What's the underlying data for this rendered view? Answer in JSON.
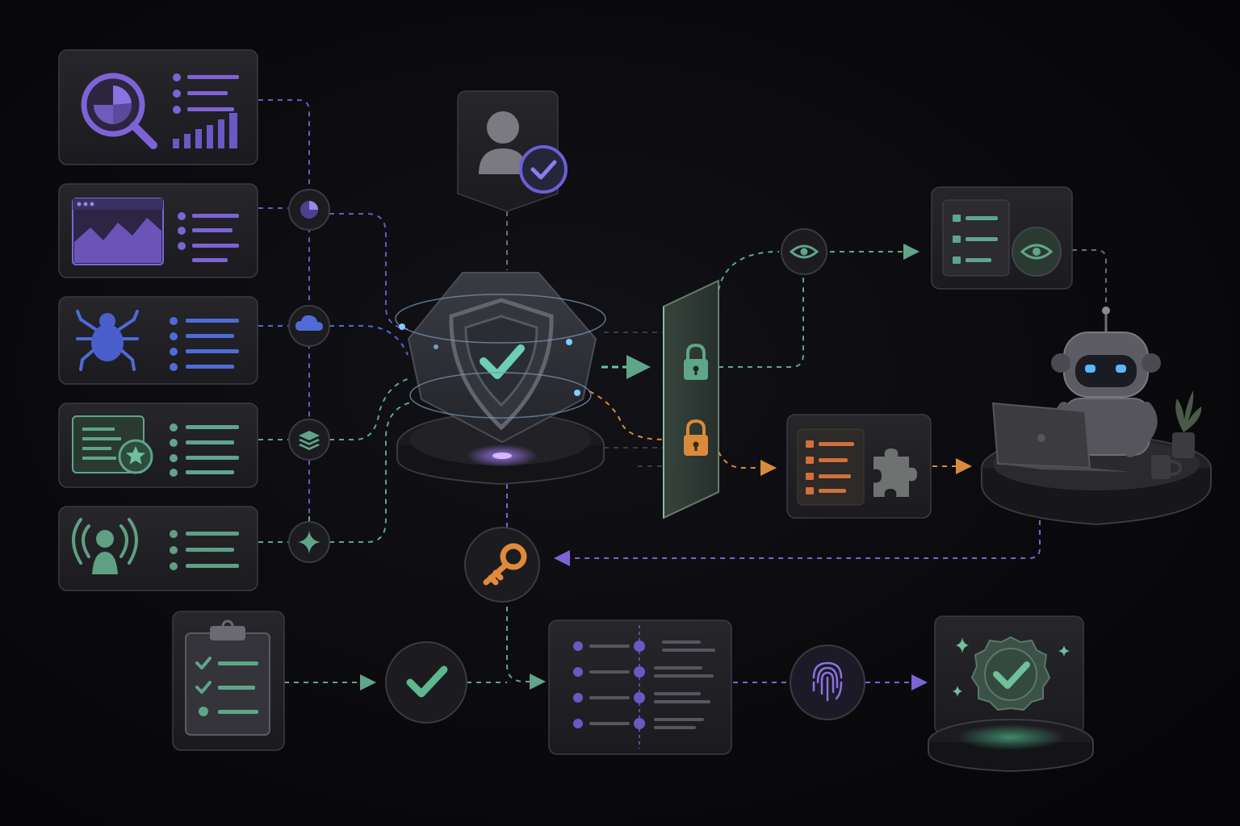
{
  "palette": {
    "background": "#08080b",
    "card": "#202024",
    "card_border": "#3a3a40",
    "purple": "#7e63d6",
    "blue": "#4e6bd8",
    "teal": "#5fa58a",
    "green": "#5f9f82",
    "orange": "#d98a3a",
    "grey": "#6e6e73"
  },
  "sources": [
    {
      "name": "analytics-source-card",
      "icon": "magnifier-pie-chart-icon",
      "accent": "#7e63d6",
      "connector_icon": "none"
    },
    {
      "name": "web-dashboard-source-card",
      "icon": "browser-chart-icon",
      "accent": "#7e63d6",
      "connector_icon": "pie-chart-icon"
    },
    {
      "name": "bug-tracker-source-card",
      "icon": "bug-icon",
      "accent": "#4e6bd8",
      "connector_icon": "cloud-icon"
    },
    {
      "name": "certificate-source-card",
      "icon": "certificate-star-icon",
      "accent": "#5fa58a",
      "connector_icon": "layers-icon"
    },
    {
      "name": "broadcast-user-source-card",
      "icon": "broadcast-user-icon",
      "accent": "#5f9f82",
      "connector_icon": "sparkle-icon"
    }
  ],
  "nodes": {
    "user_verify": "user-check-icon",
    "hub": "shield-check-icon",
    "gate_top_lock": "padlock-icon",
    "gate_bottom_lock": "padlock-icon",
    "monitor": "eye-icon",
    "monitor_panel": "checklist-eye-icon",
    "plugin_panel": "checklist-puzzle-icon",
    "agent": "robot-laptop-icon",
    "key": "key-icon",
    "clipboard": "clipboard-checklist-icon",
    "approve": "check-circle-icon",
    "timeline_panel": "timeline-list-icon",
    "biometric": "fingerprint-icon",
    "certified": "badge-check-icon"
  }
}
